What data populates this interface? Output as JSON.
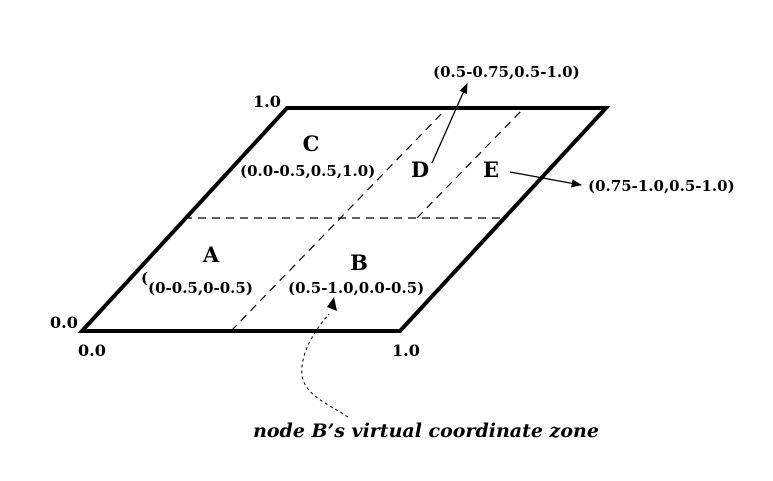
{
  "zones": {
    "a": {
      "name": "A",
      "range": "(0-0.5,0-0.5)"
    },
    "b": {
      "name": "B",
      "range": "(0.5-1.0,0.0-0.5)"
    },
    "c": {
      "name": "C",
      "range": "(0.0-0.5,0.5,1.0)"
    },
    "d": {
      "name": "D",
      "range": "(0.5-0.75,0.5-1.0)"
    },
    "e": {
      "name": "E",
      "range": "(0.75-1.0,0.5-1.0)"
    }
  },
  "axis_labels": {
    "origin_y": "0.0",
    "origin_x": "0.0",
    "x_max": "1.0",
    "y_max": "1.0"
  },
  "stray_paren": "(",
  "caption": "node B’s virtual coordinate zone"
}
